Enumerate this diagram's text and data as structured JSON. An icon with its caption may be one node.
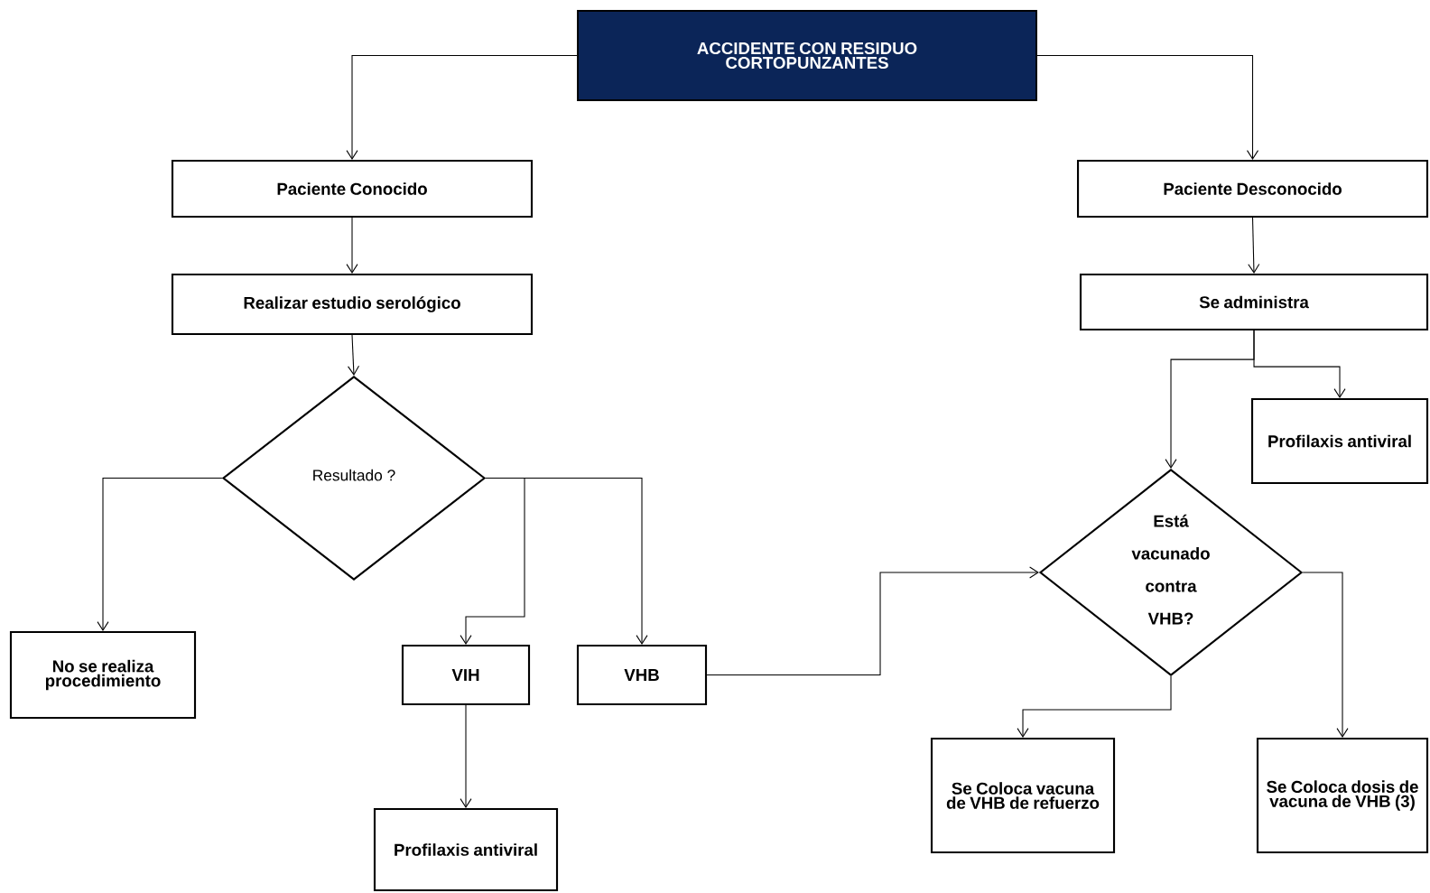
{
  "diagram": {
    "nodes": [
      {
        "text": [
          "ACCIDENTE CON RESIDUO CORTOPUNZANTES"
        ]
      },
      {
        "text": [
          "Paciente Conocido"
        ]
      },
      {
        "text": [
          "Realizar estudio serológico"
        ]
      },
      {
        "text": [
          "Resultado ?"
        ]
      },
      {
        "text": [
          "No se realiza procedimiento"
        ]
      },
      {
        "text": [
          "VIH"
        ]
      },
      {
        "text": [
          "VHB"
        ]
      },
      {
        "text": [
          "Profilaxis antiviral"
        ]
      },
      {
        "text": [
          "Paciente Desconocido"
        ]
      },
      {
        "text": [
          "Se administra"
        ]
      },
      {
        "text": [
          "Profilaxis antiviral"
        ]
      },
      {
        "text": [
          "Está vacunado contra VHB?"
        ]
      },
      {
        "text": [
          "Se Coloca vacuna de VHB de refuerzo"
        ]
      },
      {
        "text": [
          "Se Coloca dosis de vacuna de VHB (3)"
        ]
      }
    ],
    "edges": [
      {
        "from": 0,
        "to": 1,
        "arrow": "to"
      },
      {
        "from": 0,
        "to": 8,
        "arrow": "to"
      },
      {
        "from": 1,
        "to": 2,
        "arrow": "to"
      },
      {
        "from": 2,
        "to": 3,
        "arrow": "to"
      },
      {
        "from": 3,
        "to": 4,
        "arrow": "to"
      },
      {
        "from": 3,
        "to": 5,
        "arrow": "to"
      },
      {
        "from": 3,
        "to": 6,
        "arrow": "to"
      },
      {
        "from": 5,
        "to": 7,
        "arrow": "to"
      },
      {
        "from": 8,
        "to": 9,
        "arrow": "to"
      },
      {
        "from": 9,
        "to": 10,
        "arrow": "to"
      },
      {
        "from": 9,
        "to": 11,
        "arrow": "to"
      },
      {
        "from": 6,
        "to": 11,
        "arrow": "to"
      },
      {
        "from": 11,
        "to": 12,
        "arrow": "to"
      },
      {
        "from": 11,
        "to": 13,
        "arrow": "to"
      }
    ]
  }
}
